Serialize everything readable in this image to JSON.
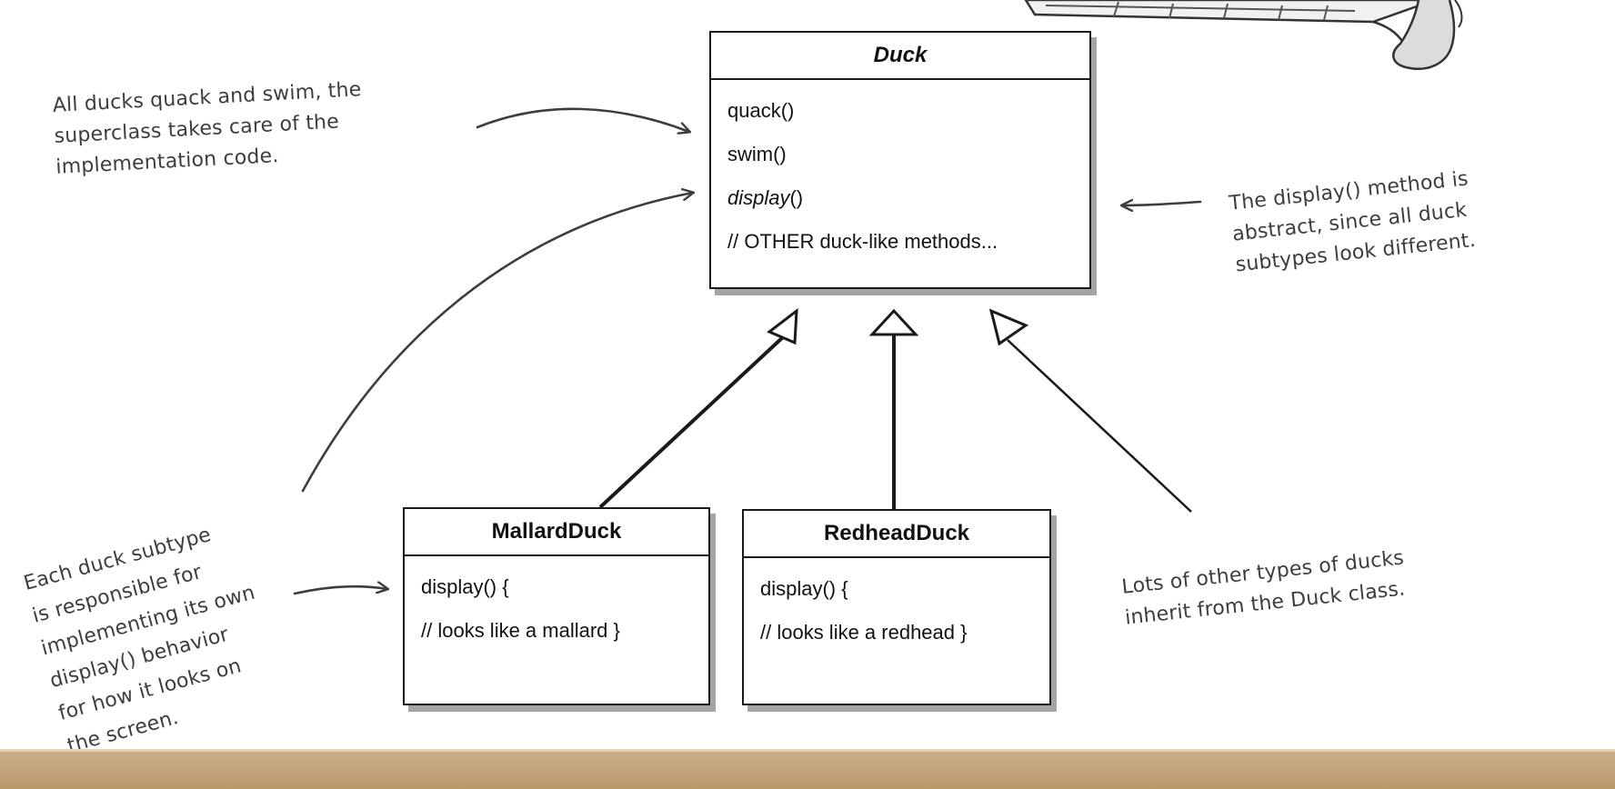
{
  "classes": {
    "duck": {
      "name": "Duck",
      "methods": [
        "quack()",
        "swim()",
        "display",
        "()",
        "// OTHER duck-like methods..."
      ]
    },
    "mallard": {
      "name": "MallardDuck",
      "lines": [
        "display() {",
        "// looks like a mallard }"
      ]
    },
    "redhead": {
      "name": "RedheadDuck",
      "lines": [
        "display() {",
        "// looks like a redhead }"
      ]
    }
  },
  "notes": {
    "superclass": [
      "All ducks quack and swim, the",
      "superclass takes care of the",
      "implementation code."
    ],
    "abstract": [
      "The display() method is",
      "abstract, since all duck",
      "subtypes look different."
    ],
    "subtype": [
      "Each duck subtype",
      "is responsible for",
      "implementing its own",
      "display() behavior",
      "for how it looks on",
      "the screen."
    ],
    "others": [
      "Lots of other types of ducks",
      "inherit from the Duck class."
    ]
  },
  "colors": {
    "ink": "#1a1a1a",
    "handwriting": "#3d3d3d",
    "band": "#c4a57c"
  }
}
